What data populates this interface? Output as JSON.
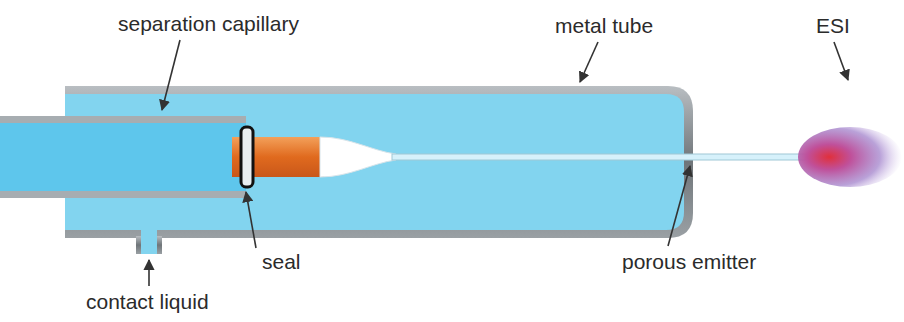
{
  "diagram": {
    "labels": [
      "separation capillary",
      "metal tube",
      "ESI",
      "seal",
      "contact liquid",
      "porous emitter"
    ]
  }
}
